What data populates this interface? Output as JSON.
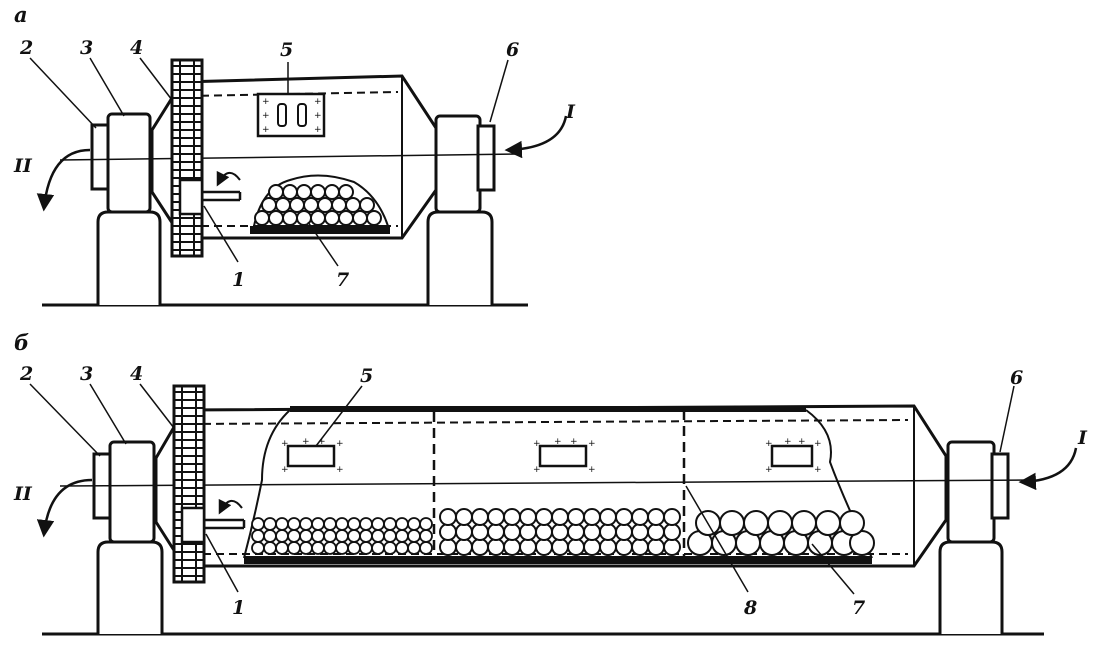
{
  "panel_a": {
    "title": "а",
    "callouts": {
      "2": "2",
      "3": "3",
      "4": "4",
      "5": "5",
      "6": "6",
      "1": "1",
      "7": "7"
    },
    "flow_in": "I",
    "flow_out": "II"
  },
  "panel_b": {
    "title": "б",
    "callouts": {
      "2": "2",
      "3": "3",
      "4": "4",
      "5": "5",
      "6": "6",
      "1": "1",
      "7": "7",
      "8": "8"
    },
    "flow_in": "I",
    "flow_out": "II"
  },
  "colors": {
    "ink": "#111111",
    "paper": "#ffffff"
  }
}
